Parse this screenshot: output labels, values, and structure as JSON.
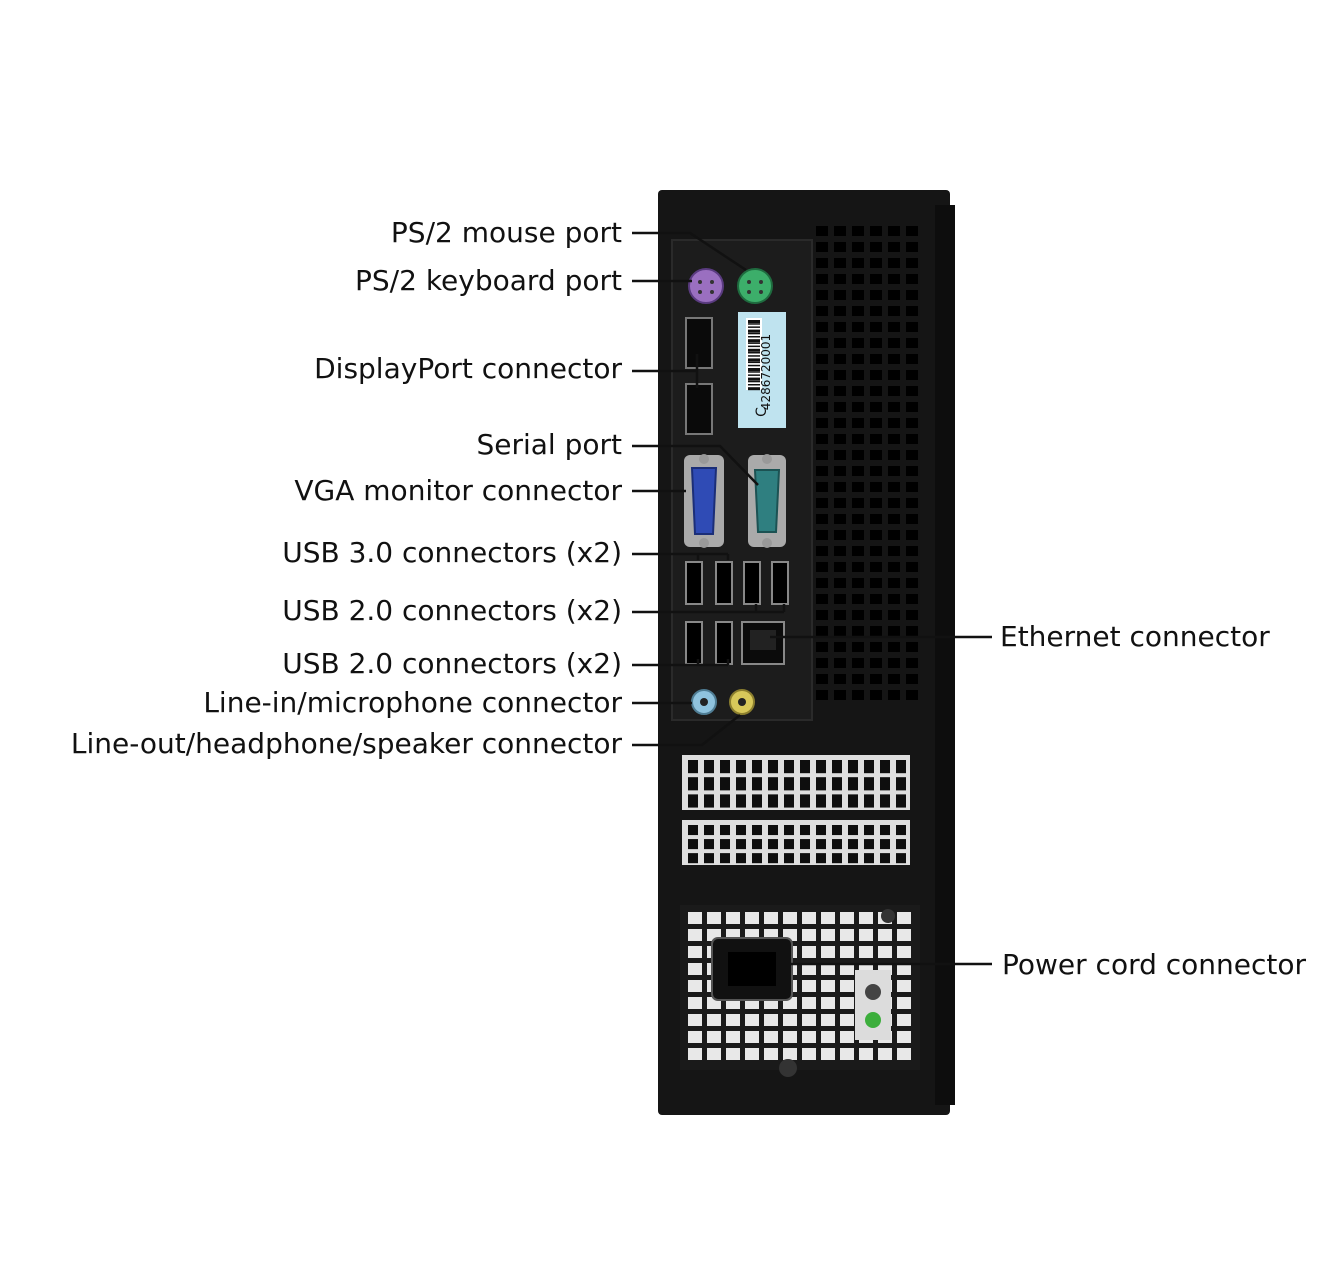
{
  "labels": {
    "ps2_mouse": "PS/2 mouse port",
    "ps2_keyboard": "PS/2 keyboard port",
    "displayport": "DisplayPort connector",
    "serial": "Serial port",
    "vga": "VGA monitor connector",
    "usb3": "USB 3.0 connectors (x2)",
    "usb2_a": "USB 2.0 connectors (x2)",
    "usb2_b": "USB 2.0 connectors (x2)",
    "line_in": "Line-in/microphone connector",
    "line_out": "Line-out/headphone/speaker connector",
    "ethernet": "Ethernet connector",
    "power": "Power cord connector"
  },
  "device_label": {
    "serial_number": "4286720001",
    "letter": "C"
  },
  "colors": {
    "chassis": "#141414",
    "ps2_mouse": "#3cae6a",
    "ps2_keyboard": "#9a6fc0",
    "vga": "#2f4bb5",
    "serial": "#2f7f80",
    "line_in": "#8fc3de",
    "line_out": "#d8c85a"
  }
}
